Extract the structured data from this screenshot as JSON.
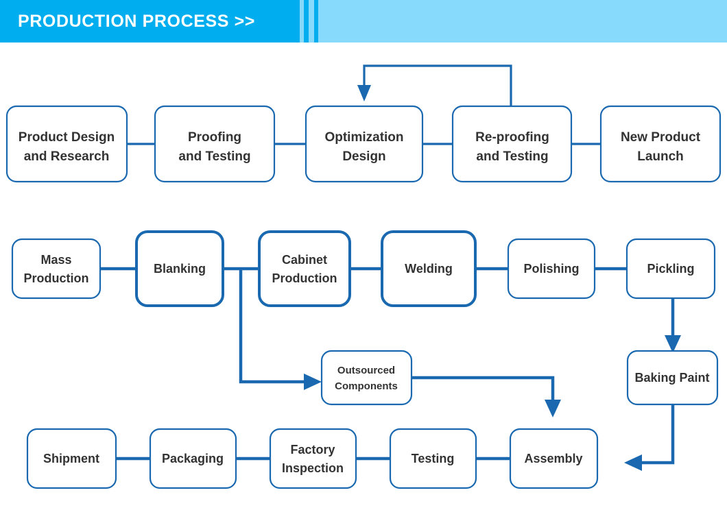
{
  "header": {
    "title": "PRODUCTION PROCESS >>",
    "bar_color": "#00aeef",
    "bar_light_color": "#87dafc",
    "title_color": "#ffffff"
  },
  "theme": {
    "line_color": "#1a69b0",
    "node_fill": "#ffffff",
    "node_text_color": "#333333"
  },
  "diagram": {
    "type": "flowchart",
    "title": "Production Process",
    "rows": [
      {
        "name": "design-row",
        "nodes": [
          {
            "id": "product-design-and-research",
            "lines": [
              "Product Design",
              "and Research"
            ]
          },
          {
            "id": "proofing-and-testing",
            "lines": [
              "Proofing",
              "and Testing"
            ]
          },
          {
            "id": "optimization-design",
            "lines": [
              "Optimization",
              "Design"
            ]
          },
          {
            "id": "re-proofing-and-testing",
            "lines": [
              "Re-proofing",
              "and Testing"
            ]
          },
          {
            "id": "new-product-launch",
            "lines": [
              "New Product",
              "Launch"
            ]
          }
        ]
      },
      {
        "name": "production-row",
        "nodes": [
          {
            "id": "mass-production",
            "lines": [
              "Mass",
              "Production"
            ]
          },
          {
            "id": "blanking",
            "lines": [
              "Blanking"
            ]
          },
          {
            "id": "cabinet-production",
            "lines": [
              "Cabinet",
              "Production"
            ]
          },
          {
            "id": "welding",
            "lines": [
              "Welding"
            ]
          },
          {
            "id": "polishing",
            "lines": [
              "Polishing"
            ]
          },
          {
            "id": "pickling",
            "lines": [
              "Pickling"
            ]
          }
        ]
      },
      {
        "name": "branch-row",
        "nodes": [
          {
            "id": "outsourced-components",
            "lines": [
              "Outsourced",
              "Components"
            ]
          },
          {
            "id": "baking-paint",
            "lines": [
              "Baking Paint"
            ]
          }
        ]
      },
      {
        "name": "finishing-row",
        "nodes": [
          {
            "id": "shipment",
            "lines": [
              "Shipment"
            ]
          },
          {
            "id": "packaging",
            "lines": [
              "Packaging"
            ]
          },
          {
            "id": "factory-inspection",
            "lines": [
              "Factory",
              "Inspection"
            ]
          },
          {
            "id": "testing",
            "lines": [
              "Testing"
            ]
          },
          {
            "id": "assembly",
            "lines": [
              "Assembly"
            ]
          }
        ]
      }
    ],
    "connections": [
      {
        "from": "product-design-and-research",
        "to": "proofing-and-testing",
        "arrow": false
      },
      {
        "from": "proofing-and-testing",
        "to": "optimization-design",
        "arrow": false
      },
      {
        "from": "optimization-design",
        "to": "re-proofing-and-testing",
        "arrow": false
      },
      {
        "from": "re-proofing-and-testing",
        "to": "new-product-launch",
        "arrow": false
      },
      {
        "from": "re-proofing-and-testing",
        "to": "optimization-design",
        "arrow": true,
        "style": "feedback-loop-top"
      },
      {
        "from": "mass-production",
        "to": "blanking",
        "arrow": false
      },
      {
        "from": "blanking",
        "to": "cabinet-production",
        "arrow": false
      },
      {
        "from": "blanking",
        "to": "outsourced-components",
        "arrow": true,
        "style": "down-then-right"
      },
      {
        "from": "cabinet-production",
        "to": "welding",
        "arrow": false
      },
      {
        "from": "welding",
        "to": "polishing",
        "arrow": false
      },
      {
        "from": "polishing",
        "to": "pickling",
        "arrow": false
      },
      {
        "from": "pickling",
        "to": "baking-paint",
        "arrow": true,
        "style": "down"
      },
      {
        "from": "outsourced-components",
        "to": "assembly",
        "arrow": true,
        "style": "right-then-down"
      },
      {
        "from": "baking-paint",
        "to": "assembly",
        "arrow": true,
        "style": "down-then-left"
      },
      {
        "from": "assembly",
        "to": "testing",
        "arrow": false
      },
      {
        "from": "testing",
        "to": "factory-inspection",
        "arrow": false
      },
      {
        "from": "factory-inspection",
        "to": "packaging",
        "arrow": false
      },
      {
        "from": "packaging",
        "to": "shipment",
        "arrow": false
      }
    ]
  }
}
